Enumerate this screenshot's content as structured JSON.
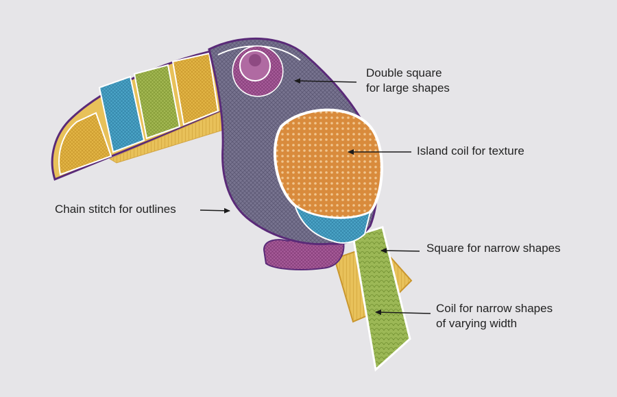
{
  "callouts": [
    {
      "id": "double-square",
      "lines": [
        "Double square",
        "for large shapes"
      ]
    },
    {
      "id": "island-coil",
      "lines": [
        "Island coil for texture"
      ]
    },
    {
      "id": "chain-stitch",
      "lines": [
        "Chain stitch for outlines"
      ]
    },
    {
      "id": "square-narrow",
      "lines": [
        "Square for narrow shapes"
      ]
    },
    {
      "id": "coil-varying",
      "lines": [
        "Coil for narrow shapes",
        "of varying width"
      ]
    }
  ],
  "colors": {
    "background": "#e6e5e8",
    "outline_purple": "#5a2a78",
    "body_slate": "#6e6a86",
    "eye_magenta": "#9b4b8f",
    "belly_orange": "#d7883a",
    "beak_yellow": "#e0b240",
    "beak_blue": "#3d9ac0",
    "beak_green": "#9bb04a",
    "feet_magenta": "#9b4b8f",
    "tail_green": "#94b04a",
    "tail_gold": "#e0b240",
    "arrow": "#1a1a1a"
  }
}
